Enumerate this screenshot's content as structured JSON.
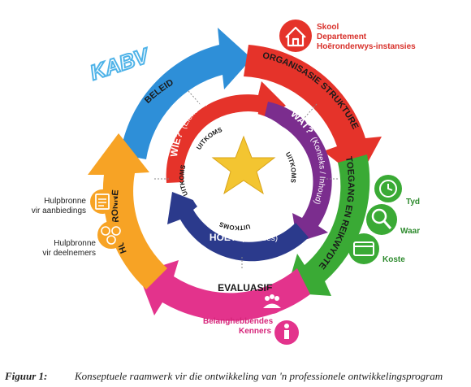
{
  "logo": "KABV",
  "outer_ring": {
    "beleid": "BELEID",
    "organisasie": "ORGANISASIE STRUKTURE",
    "toegang": "TOEGANG EN REIKWYDTE",
    "evaluasie": "EVALUASIE",
    "hulpbronne": "HULPBRONNE"
  },
  "inner_ring": {
    "wie_q": "WIE?",
    "wie_sub": "(Eienskappe)",
    "wat_q": "WAT?",
    "wat_sub": "(Konteks / Inhoud)",
    "hoe_q": "HOE?",
    "hoe_sub": "(Metodes)"
  },
  "center": {
    "uitkoms": "UITKOMS"
  },
  "organisasie_labels": [
    "Skool",
    "Departement",
    "Hoëronderwys-instansies"
  ],
  "toegang_labels": [
    "Tyd",
    "Waar",
    "Koste"
  ],
  "hulpbronne_labels": {
    "aanbiedings": [
      "Hulpbronne",
      "vir aanbiedings"
    ],
    "deelnemers": [
      "Hulpbronne",
      "vir deelnemers"
    ]
  },
  "evaluasie_labels": [
    "Belanghebbendes",
    "Kenners"
  ],
  "icons": [
    "house-icon",
    "clock-icon",
    "magnifier-icon",
    "credit-card-icon",
    "document-icon",
    "smiley-group-icon",
    "people-group-icon",
    "info-person-icon",
    "star-icon"
  ],
  "colors": {
    "beleid": "#2e8fd8",
    "organisasie": "#e5332a",
    "toegang": "#3aaa35",
    "evaluasie": "#e3338c",
    "hulpbronne": "#f7a325",
    "wie": "#e5332a",
    "wat": "#7b2d8e",
    "hoe": "#2b3a8c",
    "star": "#f3c531",
    "logo": "#4fb3e8"
  },
  "caption": {
    "label": "Figuur 1:",
    "text": "Konseptuele raamwerk vir die ontwikkeling van 'n professionele ontwikkelingsprogram"
  }
}
